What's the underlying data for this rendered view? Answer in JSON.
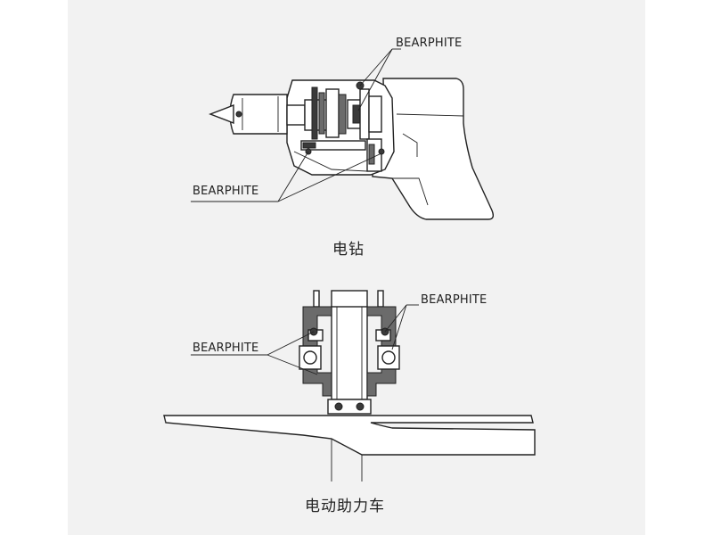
{
  "drill": {
    "label_top": "BEARPHITE",
    "label_bottom": "BEARPHITE",
    "caption": "电钻"
  },
  "scooter": {
    "label_left": "BEARPHITE",
    "label_right": "BEARPHITE",
    "caption": "电动助力车"
  },
  "colors": {
    "panel": "#f2f2f2",
    "line": "#222222"
  }
}
